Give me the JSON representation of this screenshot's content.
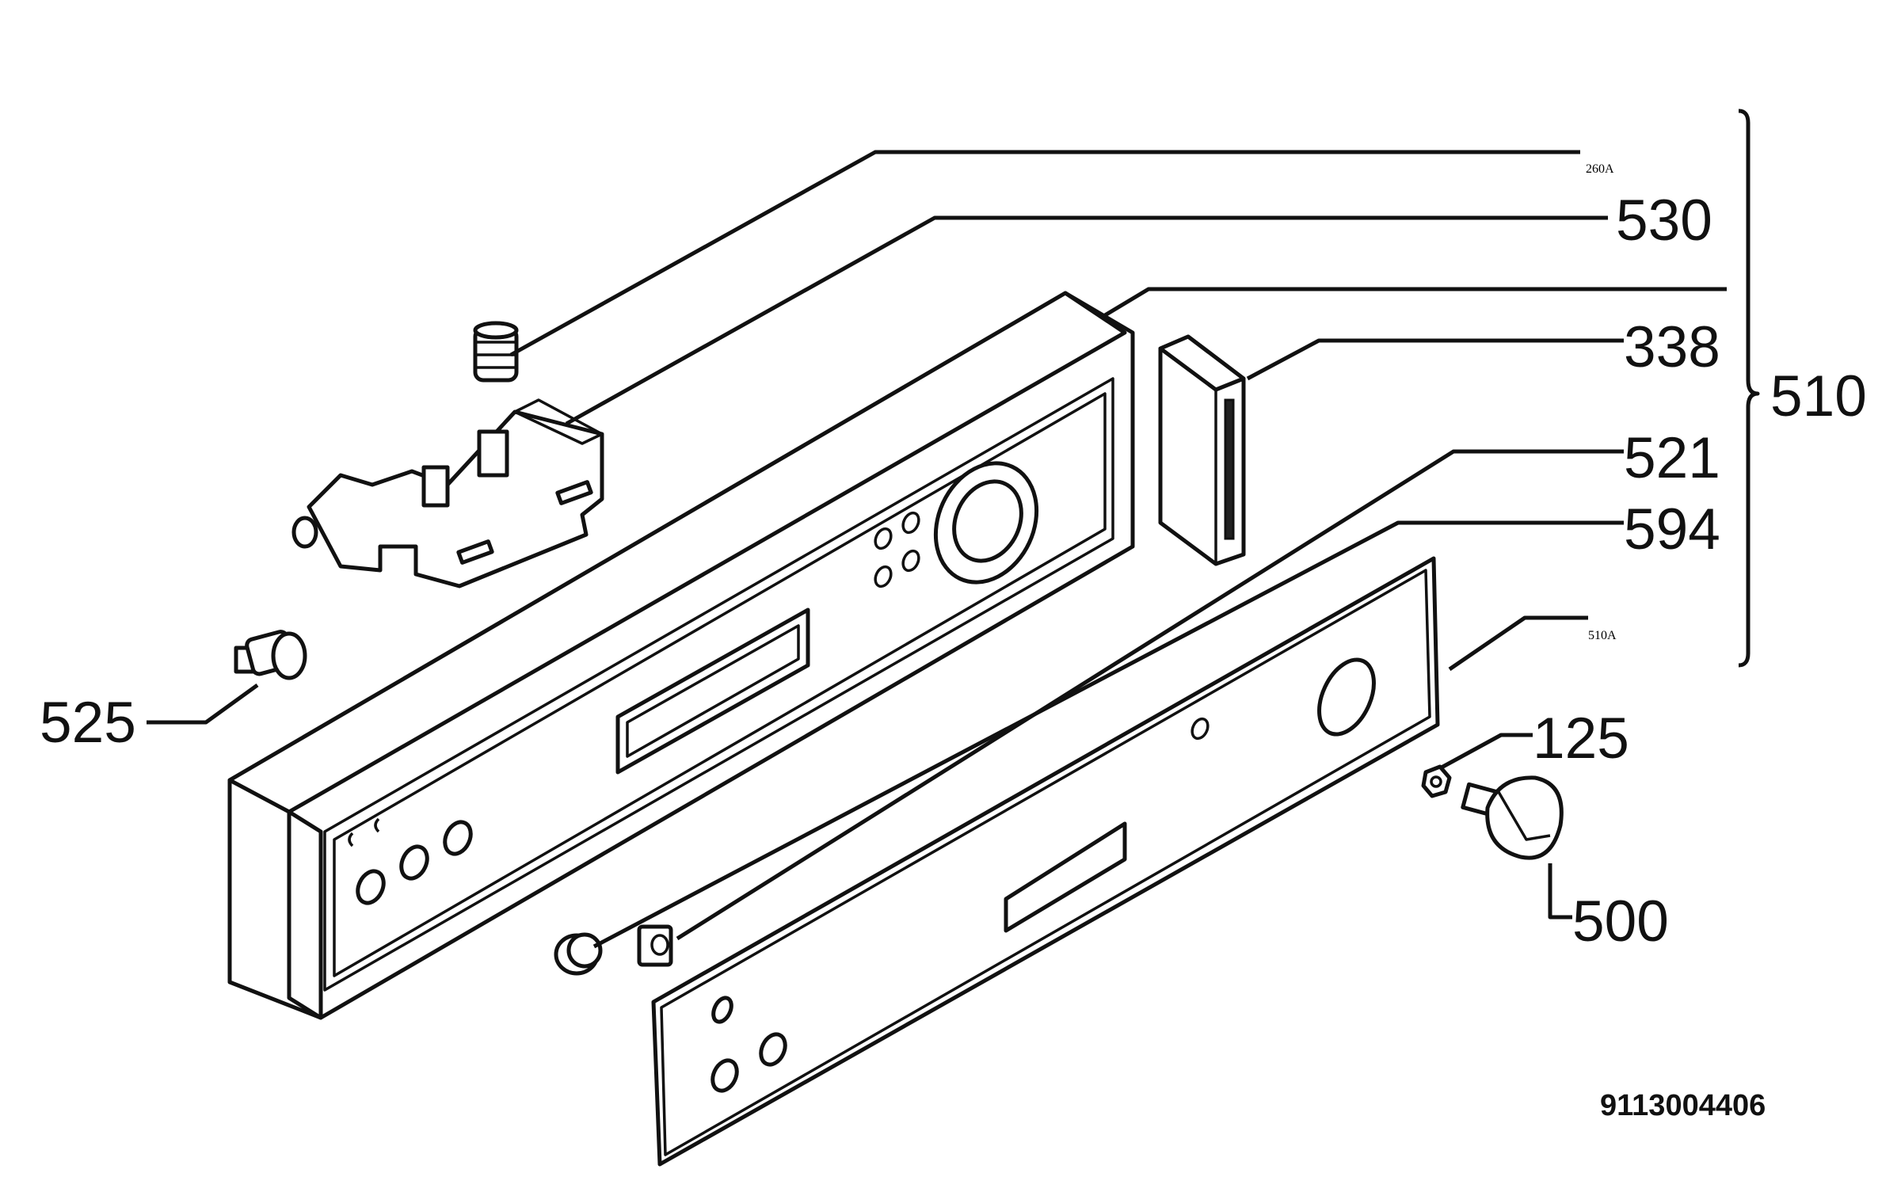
{
  "callouts": {
    "c260A": {
      "num": "260",
      "suffix": "A"
    },
    "c530": "530",
    "c338": "338",
    "c510": "510",
    "c521": "521",
    "c594": "594",
    "c510A": {
      "num": "510",
      "suffix": "A"
    },
    "c525": "525",
    "c125": "125",
    "c500": "500"
  },
  "drawing_number": "9113004406"
}
